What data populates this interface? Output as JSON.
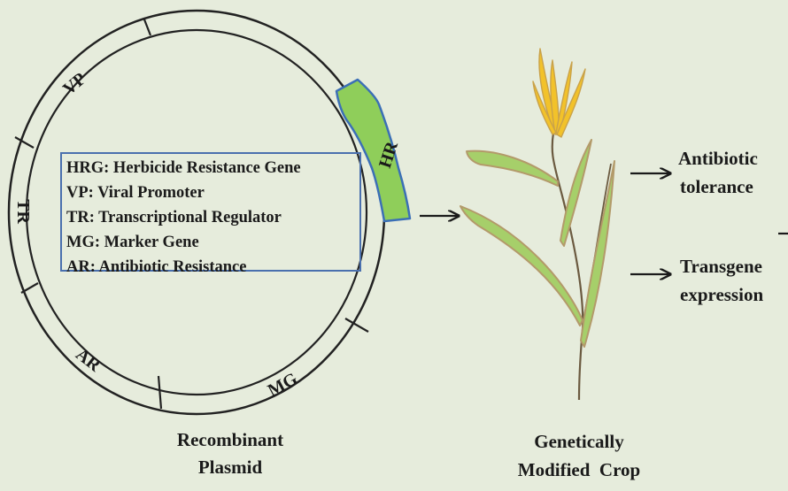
{
  "plasmid": {
    "segment_labels": {
      "vp": "VP",
      "tr": "TR",
      "ar": "AR",
      "mg": "MG",
      "hr": "HR"
    },
    "caption_line1": "Recombinant",
    "caption_line2": "Plasmid"
  },
  "legend": {
    "items": [
      "HRG: Herbicide Resistance Gene",
      "VP: Viral Promoter",
      "TR: Transcriptional Regulator",
      "MG: Marker Gene",
      "AR: Antibiotic Resistance"
    ]
  },
  "crop": {
    "caption_line1": "Genetically",
    "caption_line2": "Modified  Crop"
  },
  "outcomes": [
    {
      "line1": "Antibiotic",
      "line2": "tolerance"
    },
    {
      "line1": "Transgene",
      "line2": "expression"
    }
  ],
  "colors": {
    "background": "#e6ecdc",
    "ring": "#222222",
    "insert_fill": "#8fce5a",
    "insert_stroke": "#3b6fb6",
    "legend_border": "#4a70ae",
    "leaf_fill": "#a6cf6a",
    "leaf_stroke": "#b39a6a",
    "tassel": "#f2c22a"
  }
}
